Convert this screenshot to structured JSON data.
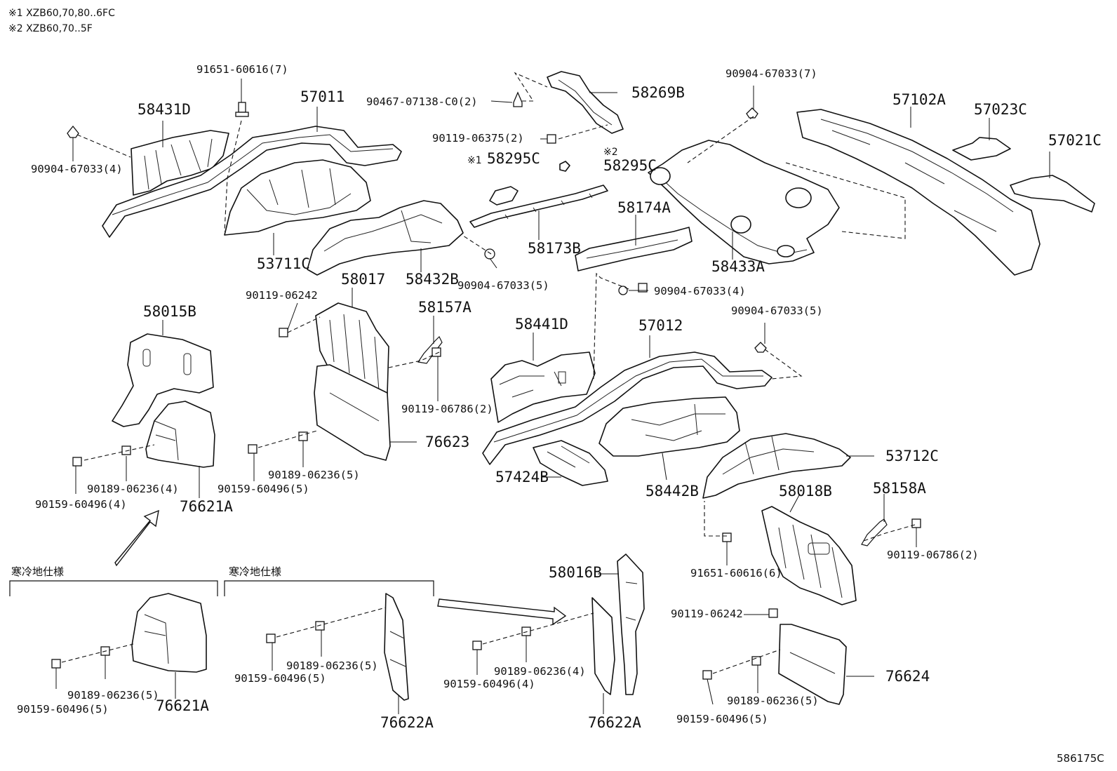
{
  "notes": [
    "※1 XZB60,70,80..6FC",
    "※2 XZB60,70..5F"
  ],
  "sections": [
    "寒冷地仕様",
    "寒冷地仕様"
  ],
  "catalog_code": "586175C",
  "parts": [
    "58431D",
    "57011",
    "53711C",
    "58269B",
    "58295C",
    "58295C",
    "58173B",
    "58174A",
    "58432B",
    "58017",
    "58433A",
    "57102A",
    "57023C",
    "57021C",
    "58015B",
    "58157A",
    "58441D",
    "57012",
    "76623",
    "76621A",
    "57424B",
    "58442B",
    "53712C",
    "58018B",
    "58158A",
    "58016B",
    "76621A",
    "76622A",
    "76622A",
    "76624"
  ],
  "fasteners": [
    "91651-60616(7)",
    "90904-67033(4)",
    "90467-07138-C0(2)",
    "90119-06375(2)",
    "90904-67033(7)",
    "90904-67033(5)",
    "90904-67033(4)",
    "90119-06242",
    "90904-67033(5)",
    "90119-06786(2)",
    "90189-06236(4)",
    "90159-60496(4)",
    "90189-06236(5)",
    "90159-60496(5)",
    "91651-60616(6)",
    "90119-06786(2)",
    "90119-06242",
    "90189-06236(5)",
    "90159-60496(5)",
    "90189-06236(5)",
    "90159-60496(5)",
    "90189-06236(4)",
    "90159-60496(4)",
    "90189-06236(5)",
    "90159-60496(5)"
  ],
  "flags": [
    "※1",
    "※2"
  ]
}
